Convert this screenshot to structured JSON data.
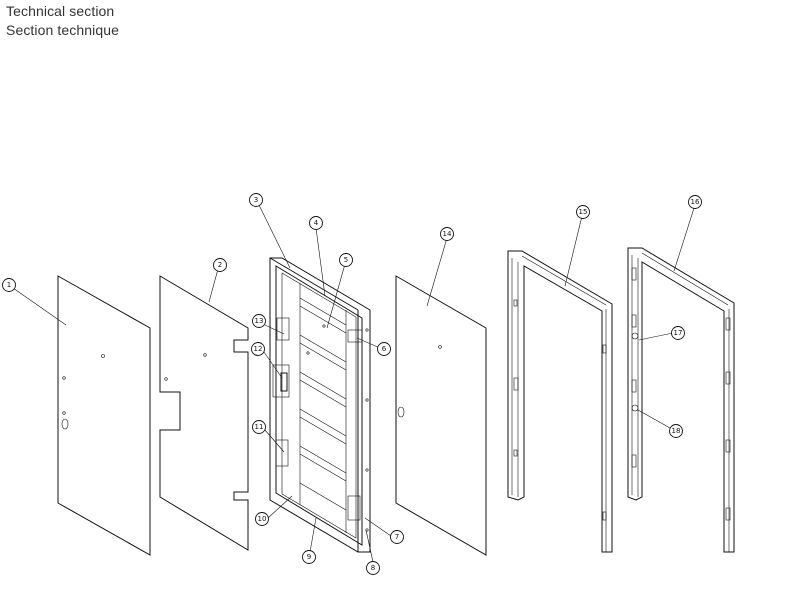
{
  "header": {
    "title_en": "Technical section",
    "title_fr": "Section technique"
  },
  "callouts": [
    "1",
    "2",
    "3",
    "4",
    "5",
    "6",
    "7",
    "8",
    "9",
    "10",
    "11",
    "12",
    "13",
    "14",
    "15",
    "16",
    "17",
    "18"
  ]
}
